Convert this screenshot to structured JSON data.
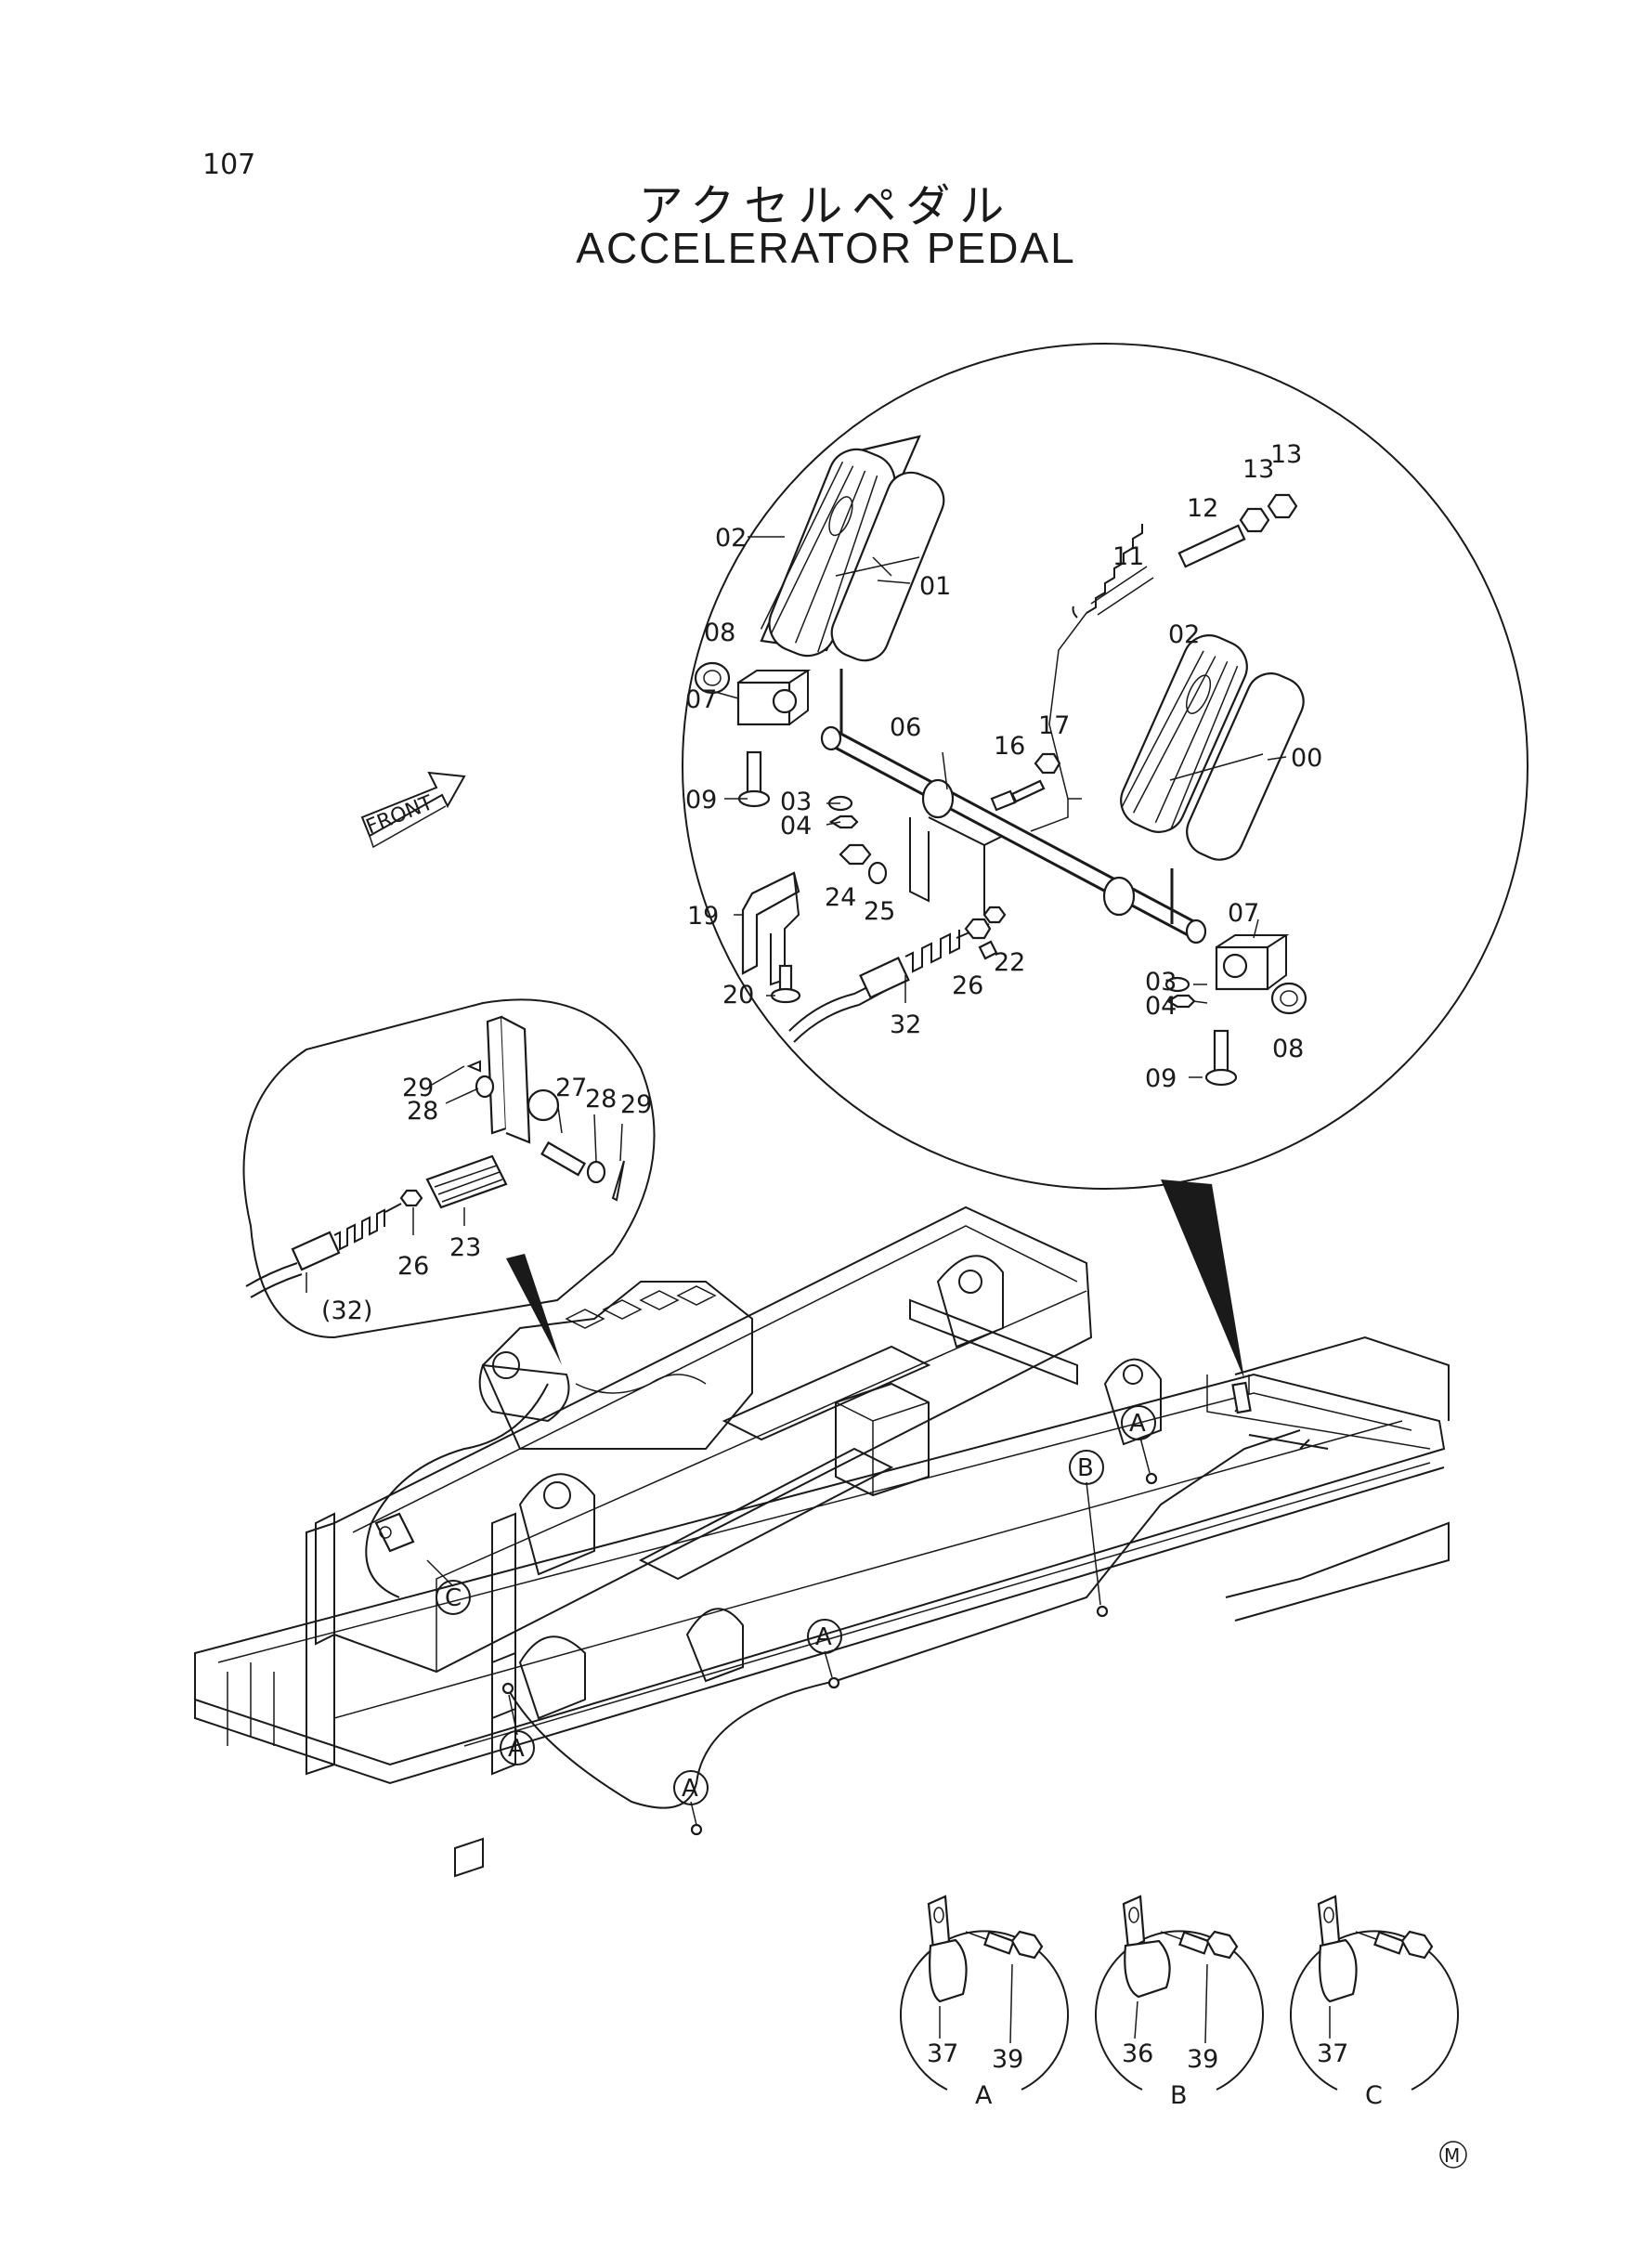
{
  "page_number": "107",
  "title_jp": "アクセルペダル",
  "title_en": "ACCELERATOR  PEDAL",
  "front_label": "FRONT",
  "main_detail_labels": {
    "p00": "00",
    "p01": "01",
    "p02a": "02",
    "p02b": "02",
    "p03a": "03",
    "p03b": "03",
    "p04a": "04",
    "p04b": "04",
    "p06": "06",
    "p07a": "07",
    "p07b": "07",
    "p08a": "08",
    "p08b": "08",
    "p09a": "09",
    "p09b": "09",
    "p11": "11",
    "p12": "12",
    "p13a": "13",
    "p13b": "13",
    "p16": "16",
    "p17": "17",
    "p19": "19",
    "p20": "20",
    "p22": "22",
    "p24": "24",
    "p25": "25",
    "p26": "26",
    "p32": "32"
  },
  "left_detail_labels": {
    "p23": "23",
    "p26": "26",
    "p27": "27",
    "p28a": "28",
    "p28b": "28",
    "p29a": "29",
    "p29b": "29",
    "p32": "(32)"
  },
  "callouts": {
    "a": "A",
    "b": "B",
    "c": "C"
  },
  "clamp_details": [
    {
      "id": "A",
      "parts": [
        "37",
        "39"
      ]
    },
    {
      "id": "B",
      "parts": [
        "36",
        "39"
      ]
    },
    {
      "id": "C",
      "parts": [
        "37"
      ]
    }
  ],
  "corner_mark": "M"
}
